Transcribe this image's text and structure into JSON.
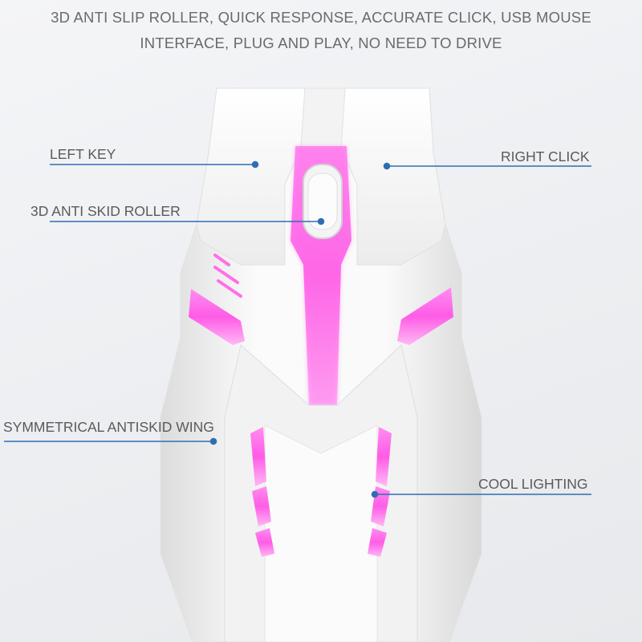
{
  "headline": {
    "line1": "3D ANTI SLIP ROLLER, QUICK RESPONSE, ACCURATE CLICK, USB MOUSE",
    "line2": "INTERFACE, PLUG AND PLAY, NO NEED TO DRIVE"
  },
  "callouts": {
    "left_key": "LEFT KEY",
    "right_click": "RIGHT CLICK",
    "roller": "3D ANTI SKID ROLLER",
    "wing": "SYMMETRICAL ANTISKID WING",
    "lighting": "COOL LIGHTING"
  },
  "colors": {
    "callout_line": "#2d6fb3",
    "glow": "#ff5ce6",
    "mouse_body": "#f7f7f7"
  }
}
